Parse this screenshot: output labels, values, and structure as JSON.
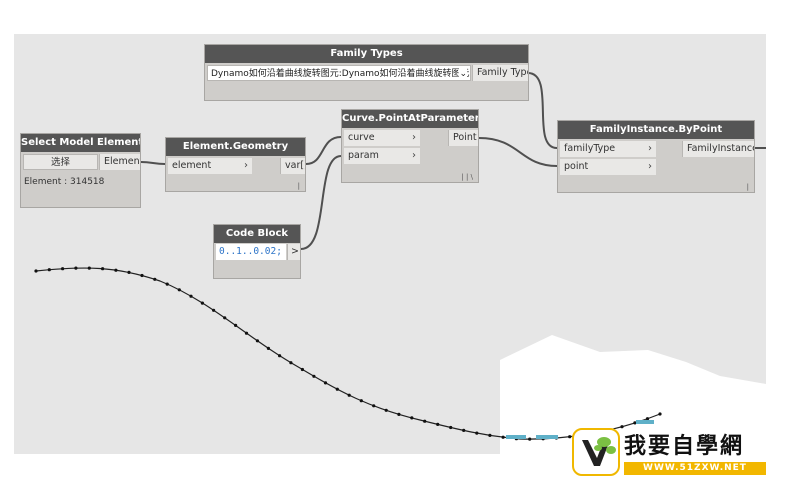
{
  "nodes": {
    "select_model_element": {
      "title": "Select Model Element",
      "button_label": "选择",
      "output_label": "Element",
      "value_text": "Element : 314518"
    },
    "element_geometry": {
      "title": "Element.Geometry",
      "input_label": "element",
      "output_label": "var[]"
    },
    "code_block": {
      "title": "Code Block",
      "code": "0..1..0.02;",
      "output_label": ">"
    },
    "family_types": {
      "title": "Family Types",
      "selected_value": "Dynamo如何沿着曲线旋转图元:Dynamo如何沿着曲线旋转图元",
      "output_label": "Family Type"
    },
    "curve_point_at_parameter": {
      "title": "Curve.PointAtParameter",
      "inputs": [
        "curve",
        "param"
      ],
      "output_label": "Point",
      "lacing": "| | \\"
    },
    "family_instance_by_point": {
      "title": "FamilyInstance.ByPoint",
      "inputs": [
        "familyType",
        "point"
      ],
      "output_label": "FamilyInstance",
      "lacing": "|"
    }
  },
  "watermark": {
    "title": "我要自學網",
    "url": "WWW.51ZXW.NET"
  },
  "colors": {
    "canvas": "#e6e6e6",
    "node_header": "#555555",
    "node_body": "#cfcdca",
    "wire": "#505050",
    "code_text": "#2d74c8",
    "watermark_accent": "#f2b700"
  }
}
